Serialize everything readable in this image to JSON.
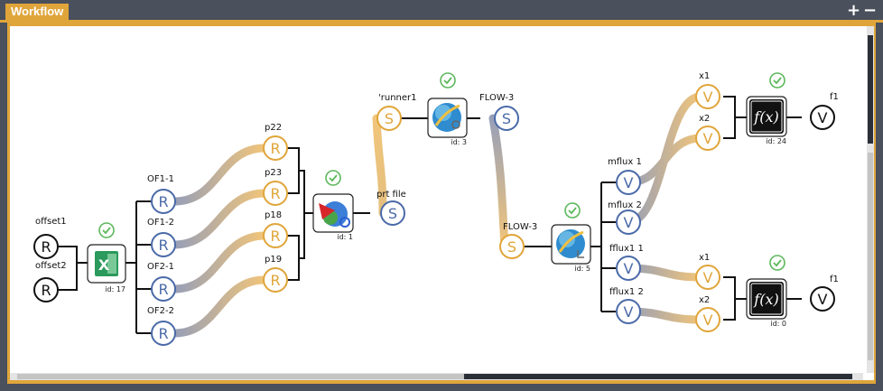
{
  "window": {
    "title": "Workflow",
    "expand_label": "+",
    "collapse_label": "−"
  },
  "colors": {
    "accent": "#e0a53a",
    "port_blue": "#4a6aa8",
    "port_orange": "#e0a53a",
    "check_green": "#5cb85c"
  },
  "tools": [
    {
      "id_label": "id: 17",
      "icon": "excel-icon"
    },
    {
      "id_label": "id: 1",
      "icon": "mesh-tool-icon"
    },
    {
      "id_label": "id: 3",
      "icon": "flow-globe-icon"
    },
    {
      "id_label": "id: 5",
      "icon": "flow-globe-icon"
    },
    {
      "id_label": "id: 24",
      "icon": "function-fx-icon"
    },
    {
      "id_label": "id: 0",
      "icon": "function-fx-icon"
    }
  ],
  "ports": {
    "offset1": {
      "label": "offset1",
      "glyph": "R"
    },
    "offset2": {
      "label": "offset2",
      "glyph": "R"
    },
    "of11": {
      "label": "OF1-1",
      "glyph": "R"
    },
    "of12": {
      "label": "OF1-2",
      "glyph": "R"
    },
    "of21": {
      "label": "OF2-1",
      "glyph": "R"
    },
    "of22": {
      "label": "OF2-2",
      "glyph": "R"
    },
    "p22": {
      "label": "p22",
      "glyph": "R"
    },
    "p23": {
      "label": "p23",
      "glyph": "R"
    },
    "p18": {
      "label": "p18",
      "glyph": "R"
    },
    "p19": {
      "label": "p19",
      "glyph": "R"
    },
    "prtfile": {
      "label": "prt file",
      "glyph": "S"
    },
    "runner1": {
      "label": "'runner1",
      "glyph": "S"
    },
    "flow3a": {
      "label": "FLOW-3",
      "glyph": "S"
    },
    "flow3b": {
      "label": "FLOW-3",
      "glyph": "S"
    },
    "mflux1": {
      "label": "mflux   1",
      "glyph": "V"
    },
    "mflux2": {
      "label": "mflux   2",
      "glyph": "V"
    },
    "fflux1": {
      "label": "fflux1  1",
      "glyph": "V"
    },
    "fflux2": {
      "label": "fflux1  2",
      "glyph": "V"
    },
    "x1a": {
      "label": "x1",
      "glyph": "V"
    },
    "x2a": {
      "label": "x2",
      "glyph": "V"
    },
    "f1a": {
      "label": "f1",
      "glyph": "V"
    },
    "x1b": {
      "label": "x1",
      "glyph": "V"
    },
    "x2b": {
      "label": "x2",
      "glyph": "V"
    },
    "f1b": {
      "label": "f1",
      "glyph": "V"
    }
  },
  "excel_letter": "X",
  "fx_text": "f(x)"
}
